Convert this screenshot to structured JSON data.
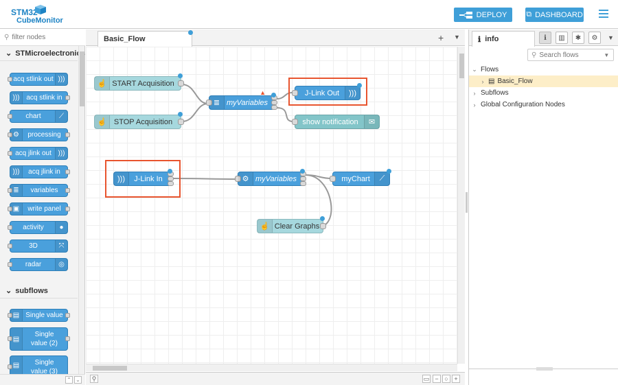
{
  "header": {
    "logo_line1": "STM32",
    "logo_line2": "CubeMonitor",
    "deploy_label": "DEPLOY",
    "dashboard_label": "DASHBOARD"
  },
  "palette": {
    "filter_placeholder": "filter nodes",
    "category1": "STMicroelectronics",
    "nodes": [
      "acq stlink out",
      "acq stlink in",
      "chart",
      "processing",
      "acq jlink out",
      "acq jlink in",
      "variables",
      "write panel",
      "activity",
      "3D",
      "radar"
    ],
    "category2": "subflows",
    "subflows": [
      "Single value",
      "Single value (2)",
      "Single value (3)"
    ]
  },
  "workspace": {
    "tab_label": "Basic_Flow",
    "nodes": {
      "start": "START Acquisition",
      "stop": "STOP Acquisition",
      "myvars1": "myVariables",
      "jlink_out": "J-Link Out",
      "show_notif": "show notification",
      "jlink_in": "J-Link In",
      "myvars2": "myVariables",
      "mychart": "myChart",
      "clear": "Clear Graphs"
    }
  },
  "sidebar": {
    "tab_label": "info",
    "search_placeholder": "Search flows",
    "tree": {
      "flows": "Flows",
      "basic_flow": "Basic_Flow",
      "subflows": "Subflows",
      "global_config": "Global Configuration Nodes"
    }
  },
  "colors": {
    "accent": "#3f9fd8",
    "node_blue": "#4aa0dc",
    "inject": "#a6d8de",
    "highlight": "#e8542e"
  }
}
